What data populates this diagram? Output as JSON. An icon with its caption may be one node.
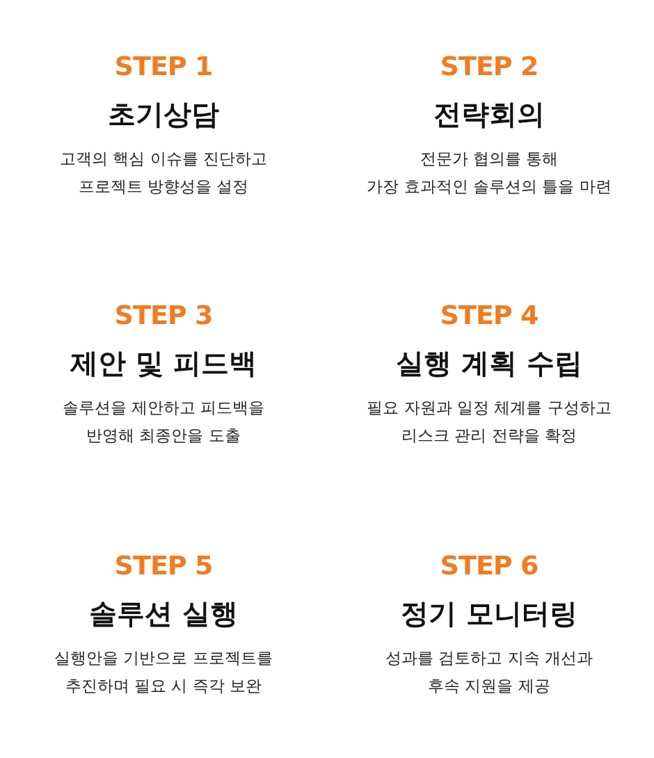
{
  "diagram": {
    "labels": [
      "STEP 1",
      "초기상담",
      "고객의 핵심 이슈를 진단하고 프로젝트 방향성을 설정",
      "STEP 2",
      "전략회의",
      "전문가 협의를 통해 가장 효과적인 솔루션의 틀을 마련",
      "STEP 3",
      "제안 및 피드백",
      "솔루션을 제안하고 피드백을 반영해 최종안을 도출",
      "STEP 4",
      "실행 계획 수립",
      "필요 자원과 일정 체계를 구성하고 리스크 관리 전략을 확정",
      "STEP 5",
      "솔루션 실행",
      "실행안을 기반으로 프로젝트를 추진하며 필요 시 즉각 보완",
      "STEP 6",
      "정기 모니터링",
      "성과를 검토하고 지속 개선과 후속 지원을 제공"
    ]
  }
}
